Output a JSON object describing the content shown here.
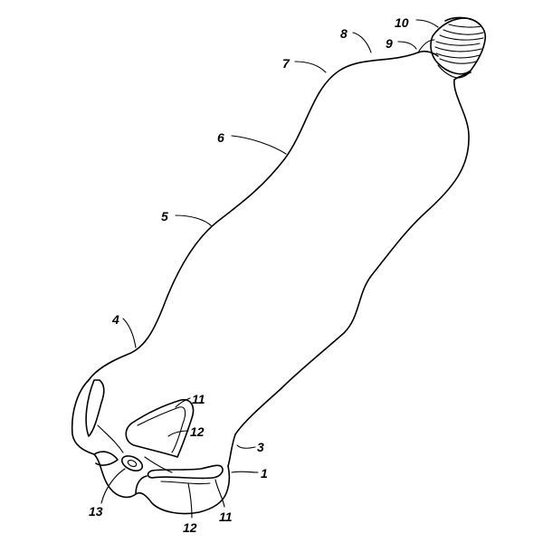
{
  "figure": {
    "labels": {
      "r1": "1",
      "r3": "3",
      "r4": "4",
      "r5": "5",
      "r6": "6",
      "r7": "7",
      "r8": "8",
      "r9": "9",
      "r10": "10",
      "r11a": "11",
      "r11b": "11",
      "r12a": "12",
      "r12b": "12",
      "r13": "13"
    }
  }
}
